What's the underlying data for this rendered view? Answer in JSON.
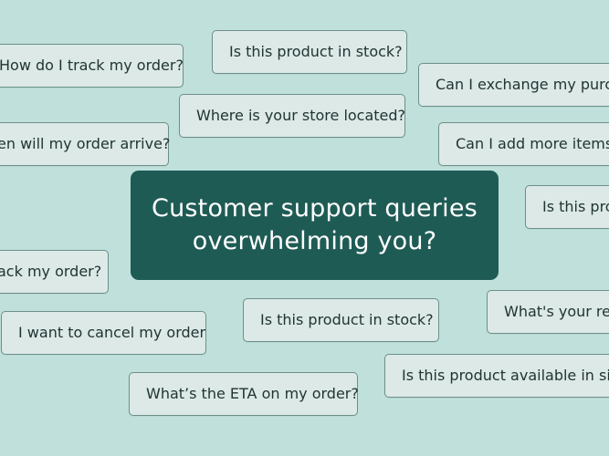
{
  "headline": {
    "line1": "Customer support queries",
    "line2": "overwhelming you?"
  },
  "queries": [
    "How do I track my order?",
    "Is this product in stock?",
    "Can I exchange my purcha",
    "Where is your store located?",
    "en will my order arrive?",
    "Can I add more items t",
    "Is this prod",
    "ack my order?",
    "What's your retu",
    "I want to cancel my order",
    "Is this product in stock?",
    "Is this product available in size",
    "What’s the ETA on my order?"
  ],
  "colors": {
    "background": "#bfe0db",
    "bubble_fill": "#dce9e7",
    "bubble_border": "#6d8f89",
    "bubble_text": "#203532",
    "hero_fill": "#1f5b55",
    "hero_text": "#ffffff"
  }
}
